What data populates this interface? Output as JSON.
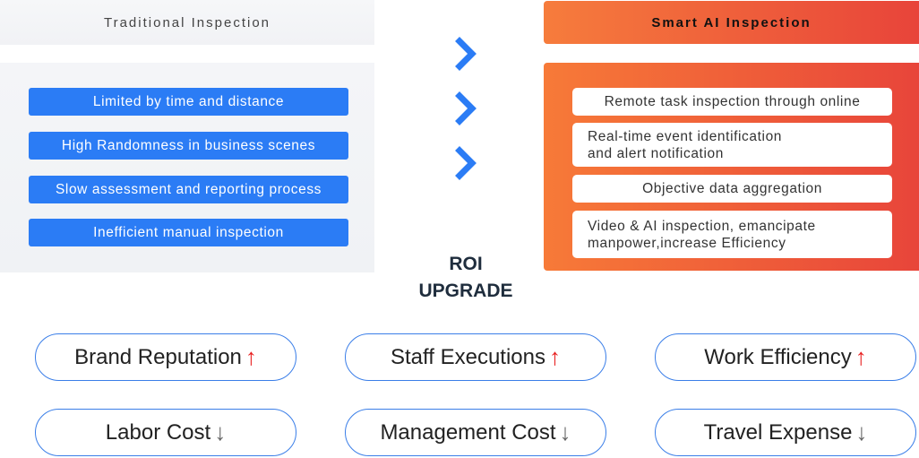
{
  "left": {
    "title": "Traditional Inspection",
    "items": [
      "Limited by time and distance",
      "High Randomness in business scenes",
      "Slow assessment and reporting process",
      "Inefficient manual inspection"
    ]
  },
  "right": {
    "title": "Smart AI Inspection",
    "items": [
      {
        "line1": "Remote task inspection through online",
        "line2": ""
      },
      {
        "line1": "Real-time event identification",
        "line2": "and alert notification"
      },
      {
        "line1": "Objective data aggregation",
        "line2": ""
      },
      {
        "line1": "Video & AI inspection, emancipate",
        "line2": "manpower,increase Efficiency"
      }
    ]
  },
  "roi": {
    "line1": "ROI",
    "line2": "UPGRADE"
  },
  "outcomes": [
    {
      "label": "Brand Reputation",
      "arrow": "↑"
    },
    {
      "label": "Staff Executions",
      "arrow": "↑"
    },
    {
      "label": "Work Efficiency",
      "arrow": "↑"
    },
    {
      "label": "Labor Cost",
      "arrow": "↓"
    },
    {
      "label": "Management Cost",
      "arrow": "↓"
    },
    {
      "label": "Travel Expense",
      "arrow": "↓"
    }
  ],
  "colors": {
    "blue": "#2b7cf5",
    "orange_start": "#f77a38",
    "orange_end": "#e8453a",
    "up_arrow": "#e82020",
    "down_arrow": "#666666"
  },
  "icons": [
    "chevron-right-icon",
    "arrow-up-icon",
    "arrow-down-icon"
  ]
}
